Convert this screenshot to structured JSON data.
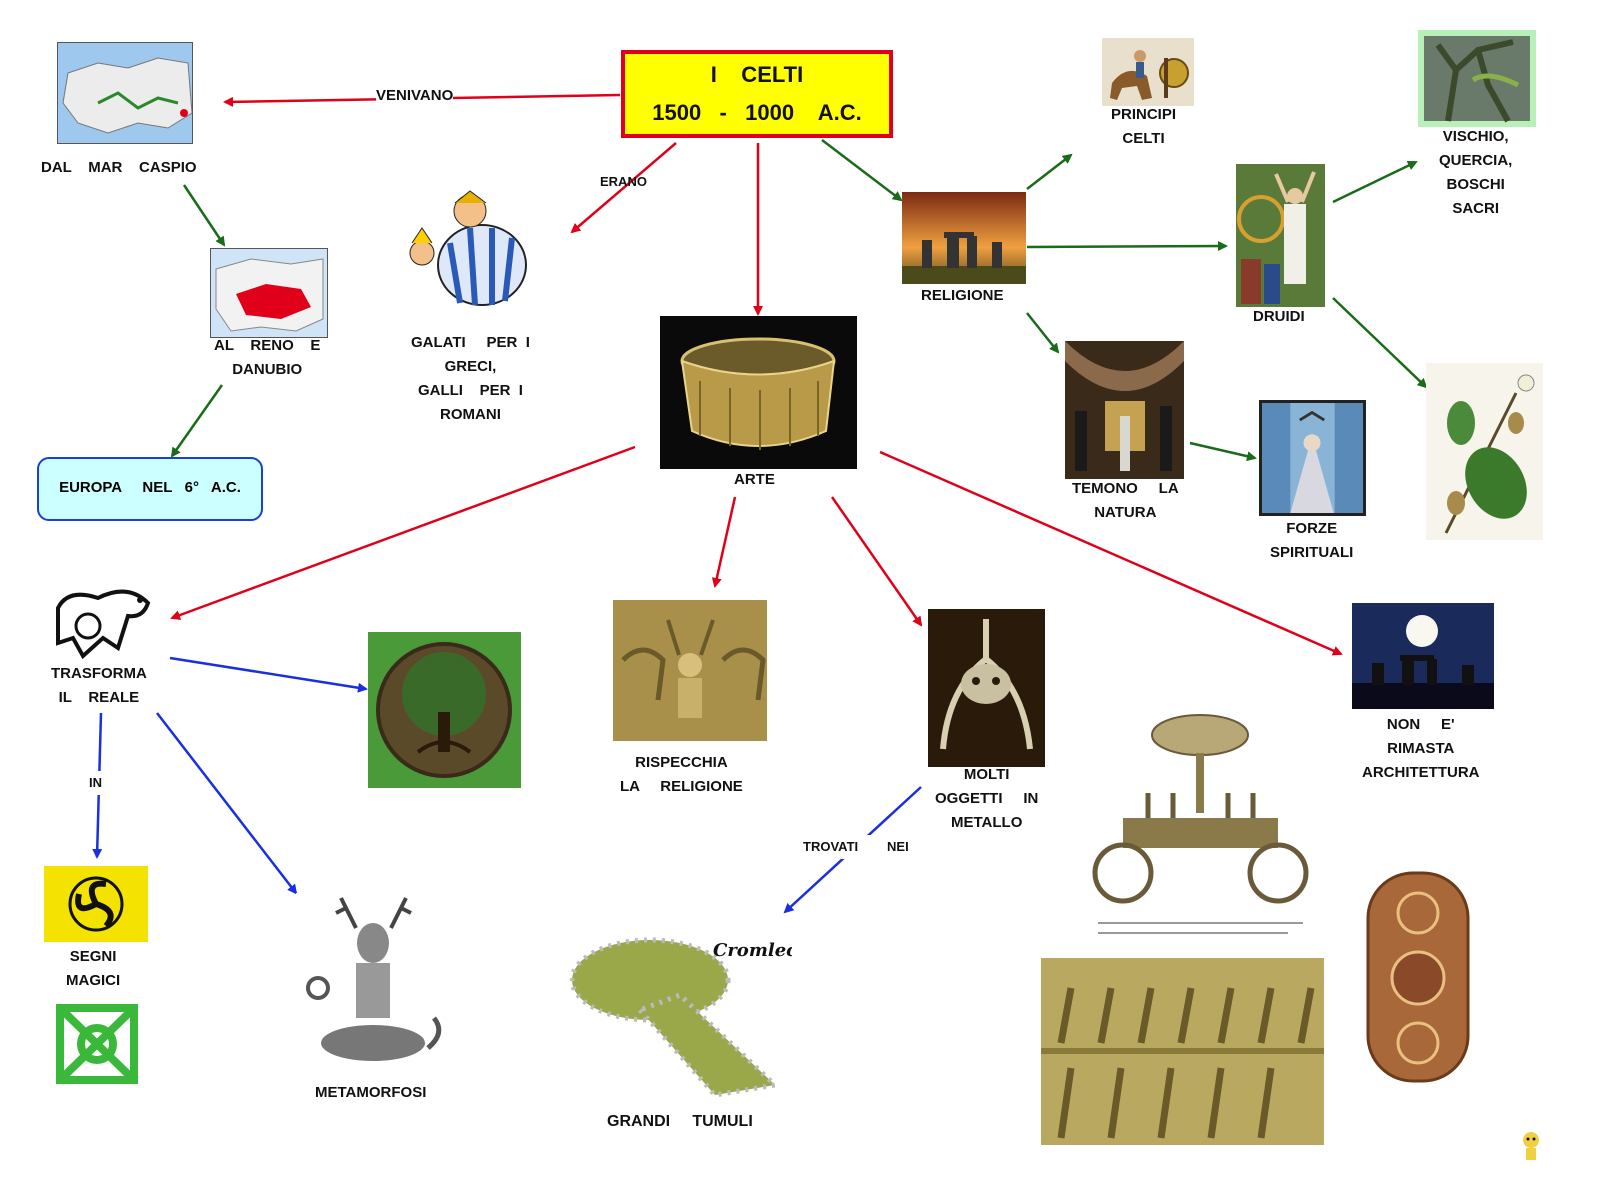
{
  "title": {
    "line1": "I    CELTI",
    "line2": "1500   -   1000    A.C."
  },
  "labels": {
    "venivano": "VENIVANO",
    "erano": "ERANO",
    "dal_mar_caspio": "DAL    MAR    CASPIO",
    "al_reno_e_danubio": "AL    RENO    E\nDANUBIO",
    "europa": "EUROPA     NEL   6°   A.C.",
    "galati": "GALATI     PER  I\nGRECI,\nGALLI    PER  I\nROMANI",
    "arte": "ARTE",
    "religione": "RELIGIONE",
    "principi_celti": "PRINCIPI\nCELTI",
    "druidi": "DRUIDI",
    "vischio": "VISCHIO,\nQUERCIA,\nBOSCHI\nSACRI",
    "temono_la_natura": "TEMONO     LA\nNATURA",
    "forze_spirituali": "FORZE\nSPIRITUALI",
    "trasforma_il_reale": "TRASFORMA\nIL    REALE",
    "in": "IN",
    "segni_magici": "SEGNI\nMAGICI",
    "metamorfosi": "METAMORFOSI",
    "rispecchia_la_religione": "RISPECCHIA\nLA     RELIGIONE",
    "molti_oggetti_in_metallo": "MOLTI\nOGGETTI     IN\nMETALLO",
    "trovati_nei": "TROVATI        NEI",
    "grandi_tumuli": "GRANDI     TUMULI",
    "non_e_rimasta_architettura": "NON     E'\nRIMASTA\nARCHITETTURA",
    "cromlech": "Cromlech"
  },
  "colors": {
    "title_fill": "#ffff00",
    "title_border": "#e0001a",
    "red_arrow": "#e0001a",
    "green_arrow": "#1a6b1a",
    "blue_arrow": "#1a2fe0",
    "europa_fill": "#ccffff",
    "europa_border": "#1a3fd8"
  }
}
